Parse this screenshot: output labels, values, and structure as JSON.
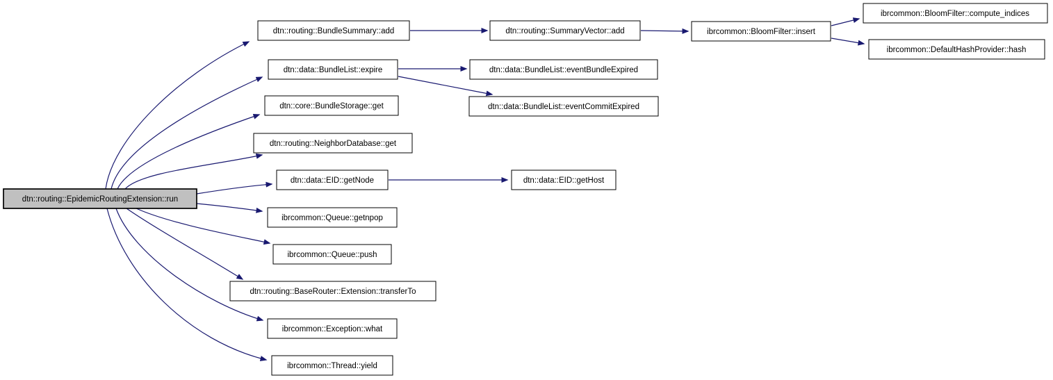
{
  "diagram": {
    "type": "call-graph",
    "colors": {
      "edge": "#191970",
      "node_border": "#000000",
      "node_fill": "#ffffff",
      "focus_node_fill": "#c0c0c0",
      "text": "#000000",
      "background": "#ffffff"
    },
    "focus_node": "run",
    "nodes": {
      "run": {
        "label": "dtn::routing::EpidemicRoutingExtension::run"
      },
      "bundlesummary_add": {
        "label": "dtn::routing::BundleSummary::add"
      },
      "summaryvector_add": {
        "label": "dtn::routing::SummaryVector::add"
      },
      "bloomfilter_insert": {
        "label": "ibrcommon::BloomFilter::insert"
      },
      "compute_indices": {
        "label": "ibrcommon::BloomFilter::compute_indices"
      },
      "hashprovider_hash": {
        "label": "ibrcommon::DefaultHashProvider::hash"
      },
      "bundlelist_expire": {
        "label": "dtn::data::BundleList::expire"
      },
      "event_bundle_expired": {
        "label": "dtn::data::BundleList::eventBundleExpired"
      },
      "event_commit_expired": {
        "label": "dtn::data::BundleList::eventCommitExpired"
      },
      "bundlestorage_get": {
        "label": "dtn::core::BundleStorage::get"
      },
      "neighbordatabase_get": {
        "label": "dtn::routing::NeighborDatabase::get"
      },
      "eid_getnode": {
        "label": "dtn::data::EID::getNode"
      },
      "eid_gethost": {
        "label": "dtn::data::EID::getHost"
      },
      "queue_getnpop": {
        "label": "ibrcommon::Queue::getnpop"
      },
      "queue_push": {
        "label": "ibrcommon::Queue::push"
      },
      "extension_transferto": {
        "label": "dtn::routing::BaseRouter::Extension::transferTo"
      },
      "exception_what": {
        "label": "ibrcommon::Exception::what"
      },
      "thread_yield": {
        "label": "ibrcommon::Thread::yield"
      }
    },
    "edges": [
      {
        "from": "run",
        "to": "bundlesummary_add"
      },
      {
        "from": "run",
        "to": "bundlelist_expire"
      },
      {
        "from": "run",
        "to": "bundlestorage_get"
      },
      {
        "from": "run",
        "to": "neighbordatabase_get"
      },
      {
        "from": "run",
        "to": "eid_getnode"
      },
      {
        "from": "run",
        "to": "queue_getnpop"
      },
      {
        "from": "run",
        "to": "queue_push"
      },
      {
        "from": "run",
        "to": "extension_transferto"
      },
      {
        "from": "run",
        "to": "exception_what"
      },
      {
        "from": "run",
        "to": "thread_yield"
      },
      {
        "from": "bundlesummary_add",
        "to": "summaryvector_add"
      },
      {
        "from": "summaryvector_add",
        "to": "bloomfilter_insert"
      },
      {
        "from": "bloomfilter_insert",
        "to": "compute_indices"
      },
      {
        "from": "bloomfilter_insert",
        "to": "hashprovider_hash"
      },
      {
        "from": "bundlelist_expire",
        "to": "event_bundle_expired"
      },
      {
        "from": "bundlelist_expire",
        "to": "event_commit_expired"
      },
      {
        "from": "eid_getnode",
        "to": "eid_gethost"
      }
    ]
  }
}
